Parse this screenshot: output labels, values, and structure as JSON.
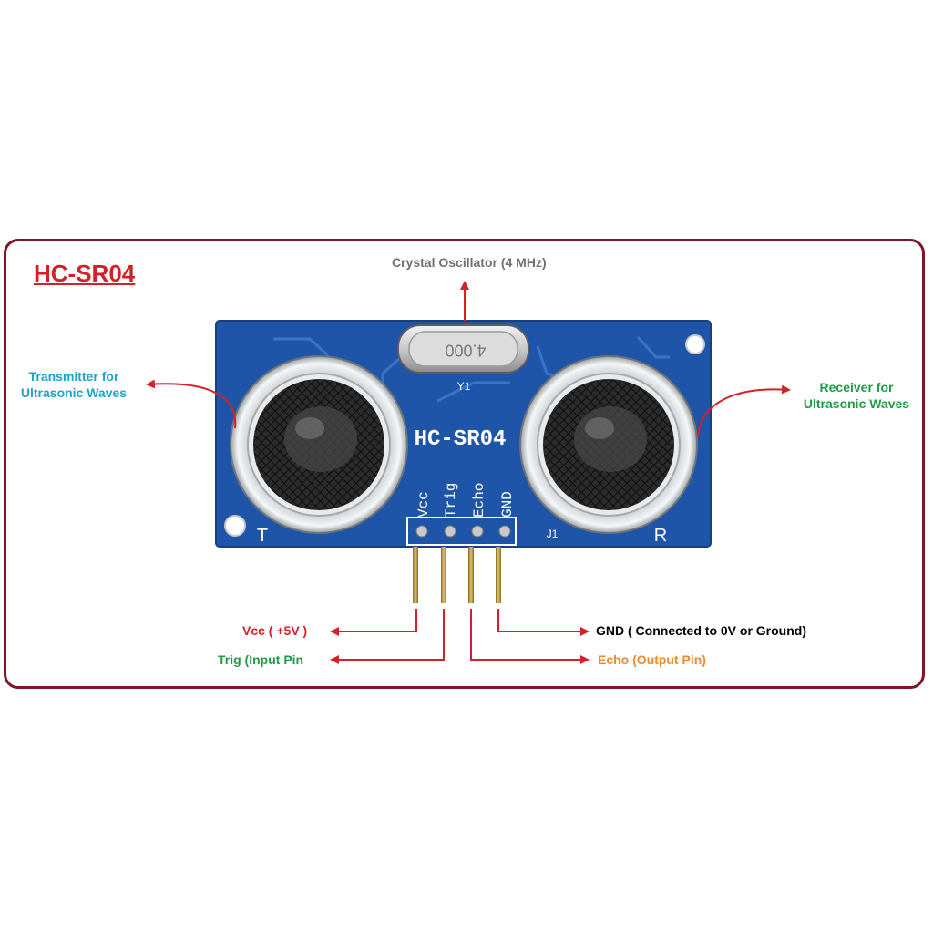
{
  "title": "HC-SR04",
  "board": {
    "silkscreen_model": "HC-SR04",
    "crystal_marking": "4.000",
    "crystal_ref": "Y1",
    "connector_ref": "J1",
    "transducer_left_mark": "T",
    "transducer_right_mark": "R",
    "pin_labels": [
      "Vcc",
      "Trig",
      "Echo",
      "GND"
    ]
  },
  "callouts": {
    "crystal": "Crystal Oscillator (4 MHz)",
    "transmitter_line1": "Transmitter for",
    "transmitter_line2": "Ultrasonic Waves",
    "receiver_line1": "Receiver for",
    "receiver_line2": "Ultrasonic Waves",
    "vcc": "Vcc ( +5V )",
    "trig": "Trig (Input Pin",
    "gnd": "GND ( Connected to 0V or Ground)",
    "echo": "Echo (Output Pin)"
  },
  "colors": {
    "frame": "#7d1626",
    "arrow": "#d42027",
    "title": "#d42027",
    "crystal_label": "#707070",
    "transmitter_label": "#1fa3c9",
    "receiver_label": "#1e9c45",
    "vcc_label": "#d42027",
    "trig_label": "#1e9c45",
    "gnd_label": "#000000",
    "echo_label": "#f0892d",
    "pcb": "#1f55a8"
  }
}
